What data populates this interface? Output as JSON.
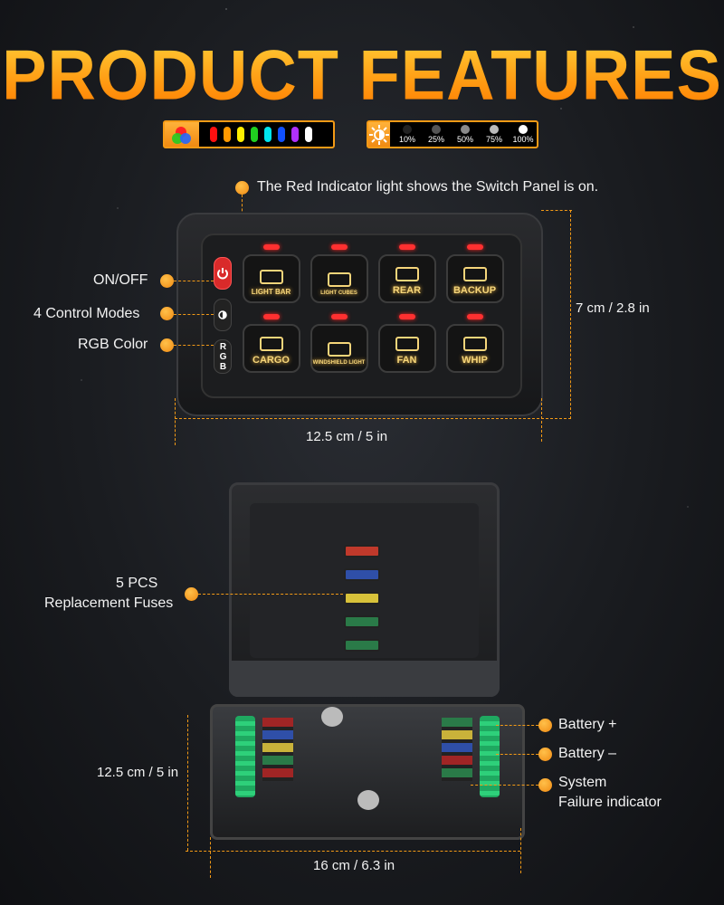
{
  "title": "PRODUCT FEATURES",
  "color_bar": {
    "icon": "rgb-icon",
    "colors": [
      "#ff1010",
      "#ff9a00",
      "#ffee00",
      "#20d020",
      "#00e5ee",
      "#1050ff",
      "#b030ff",
      "#ffffff"
    ]
  },
  "brightness_bar": {
    "icon": "brightness-icon",
    "levels": [
      {
        "label": "10%",
        "color": "#222"
      },
      {
        "label": "25%",
        "color": "#555"
      },
      {
        "label": "50%",
        "color": "#8a8a8a"
      },
      {
        "label": "75%",
        "color": "#bbb"
      },
      {
        "label": "100%",
        "color": "#fff"
      }
    ]
  },
  "accent": "#f39a16",
  "panel": {
    "indicator_note": "The Red Indicator light shows the Switch Panel is on.",
    "callouts": [
      "ON/OFF",
      "4 Control Modes",
      "RGB Color"
    ],
    "side_buttons": {
      "rgb": "RGB"
    },
    "keys": [
      "LIGHT BAR",
      "LIGHT CUBES",
      "REAR",
      "BACKUP",
      "CARGO",
      "WINDSHIELD LIGHT",
      "FAN",
      "WHIP"
    ],
    "height_dim": "7 cm / 2.8 in",
    "width_dim": "12.5 cm / 5 in"
  },
  "fuse_box": {
    "fuses_label_1": "5 PCS",
    "fuses_label_2": "Replacement Fuses",
    "spare_fuse_colors": [
      "#c0392b",
      "#2f4fa8",
      "#d8c23a",
      "#2a7a48",
      "#2a7a48"
    ],
    "battery_plus": "Battery +",
    "battery_minus": "Battery –",
    "failure_1": "System",
    "failure_2": "Failure indicator",
    "height_dim": "12.5 cm / 5 in",
    "width_dim": "16 cm / 6.3 in"
  }
}
